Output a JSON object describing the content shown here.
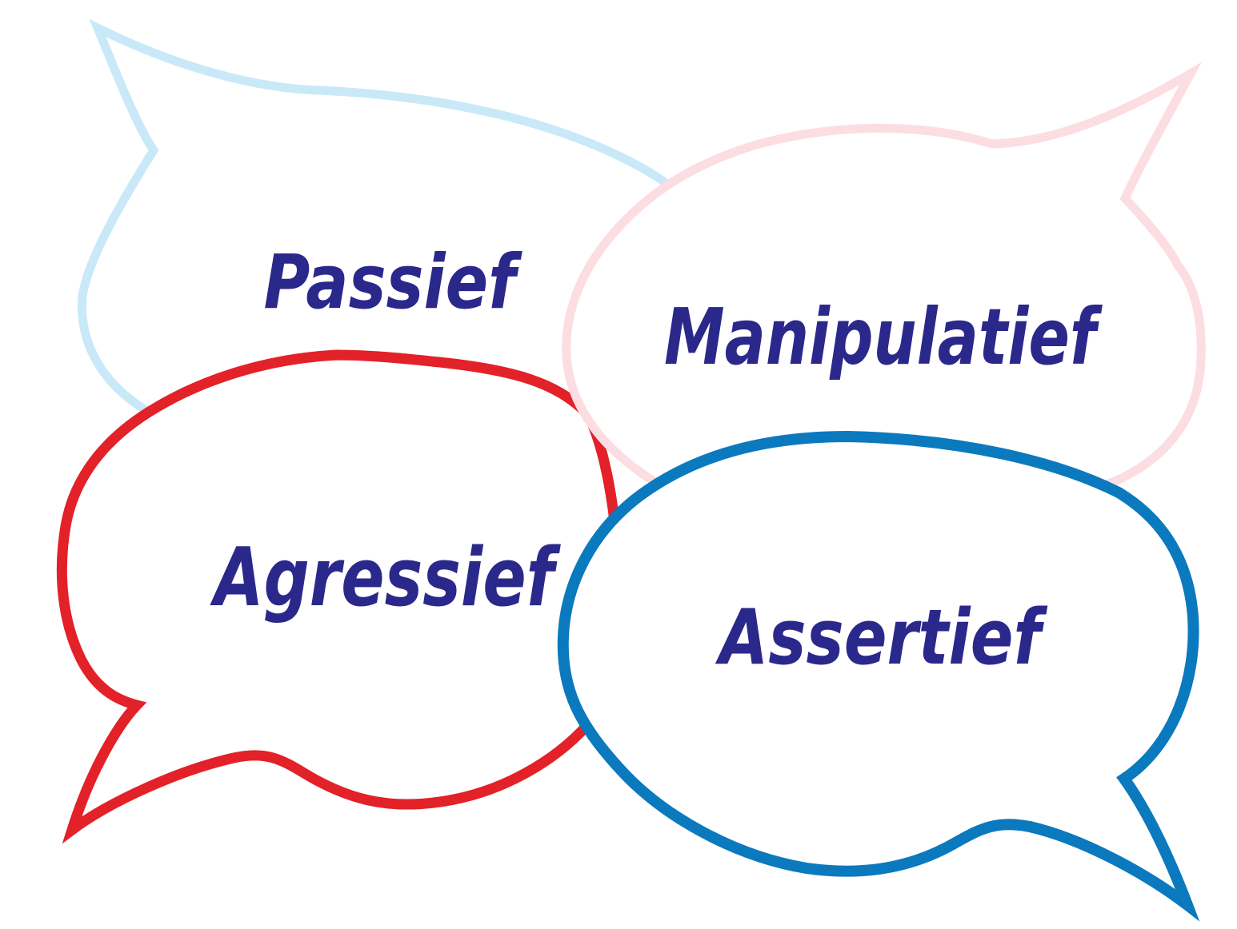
{
  "diagram": {
    "background_color": "#FFFFFF",
    "label_text_color": "#2B288C",
    "bubbles": [
      {
        "label": "Passief",
        "stroke_color": "#C9E9F8",
        "fill_color": "#FFFFFF",
        "position": "top-left",
        "tail_direction": "top-left"
      },
      {
        "label": "Manipulatief",
        "stroke_color": "#FBDDE2",
        "fill_color": "#FFFFFF",
        "position": "top-right",
        "tail_direction": "top-right"
      },
      {
        "label": "Agressief",
        "stroke_color": "#E32128",
        "fill_color": "#FFFFFF",
        "position": "bottom-left",
        "tail_direction": "bottom-left"
      },
      {
        "label": "Assertief",
        "stroke_color": "#0B79BE",
        "fill_color": "#FFFFFF",
        "position": "bottom-right",
        "tail_direction": "bottom-right"
      }
    ]
  }
}
